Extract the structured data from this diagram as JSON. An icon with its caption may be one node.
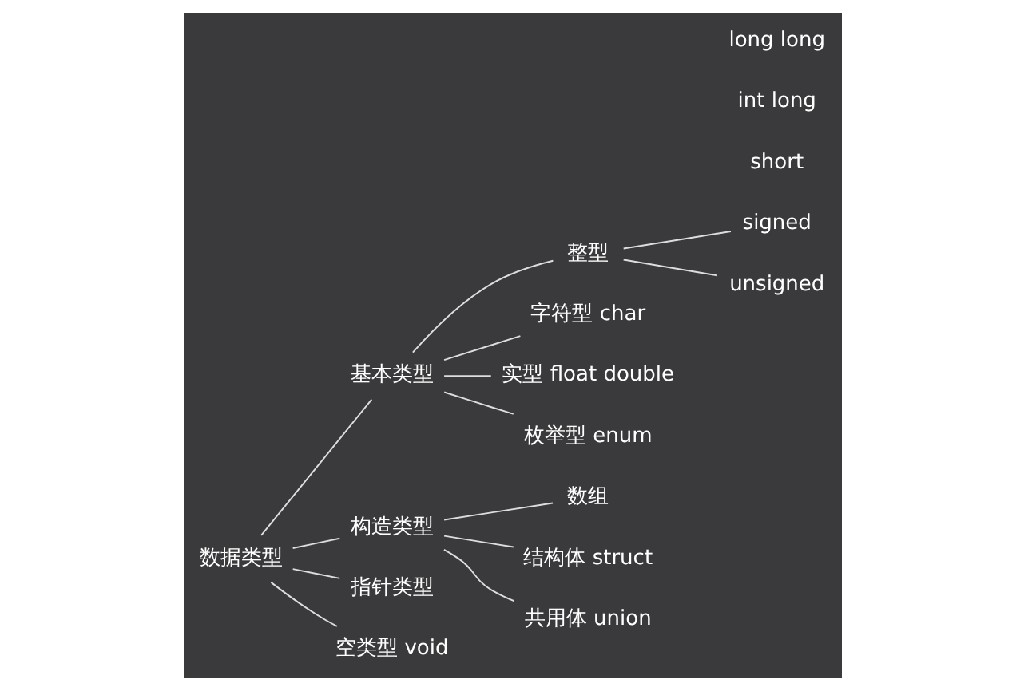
{
  "diagram": {
    "nodes": [
      {
        "text": [
          "数据类型"
        ]
      },
      {
        "text": [
          "基本类型"
        ]
      },
      {
        "text": [
          "整型"
        ]
      },
      {
        "text": [
          "signed"
        ]
      },
      {
        "text": [
          "unsigned"
        ]
      },
      {
        "text": [
          "字符型 char"
        ]
      },
      {
        "text": [
          "实型 float double"
        ]
      },
      {
        "text": [
          "枚举型 enum"
        ]
      },
      {
        "text": [
          "构造类型"
        ]
      },
      {
        "text": [
          "数组"
        ]
      },
      {
        "text": [
          "结构体 struct"
        ]
      },
      {
        "text": [
          "共用体 union"
        ]
      },
      {
        "text": [
          "指针类型"
        ]
      },
      {
        "text": [
          "空类型 void"
        ]
      }
    ],
    "edges": [
      {
        "from": 0,
        "to": 1,
        "arrow": "none"
      },
      {
        "from": 0,
        "to": 8,
        "arrow": "none"
      },
      {
        "from": 0,
        "to": 12,
        "arrow": "none"
      },
      {
        "from": 0,
        "to": 13,
        "arrow": "none"
      },
      {
        "from": 1,
        "to": 2,
        "arrow": "none"
      },
      {
        "from": 1,
        "to": 5,
        "arrow": "none"
      },
      {
        "from": 1,
        "to": 6,
        "arrow": "none"
      },
      {
        "from": 1,
        "to": 7,
        "arrow": "none"
      },
      {
        "from": 2,
        "to": 3,
        "arrow": "none"
      },
      {
        "from": 2,
        "to": 4,
        "arrow": "none"
      },
      {
        "from": 8,
        "to": 9,
        "arrow": "none"
      },
      {
        "from": 8,
        "to": 10,
        "arrow": "none"
      },
      {
        "from": 8,
        "to": 11,
        "arrow": "none"
      }
    ],
    "labels": [
      "short",
      "int long",
      "long long"
    ]
  }
}
